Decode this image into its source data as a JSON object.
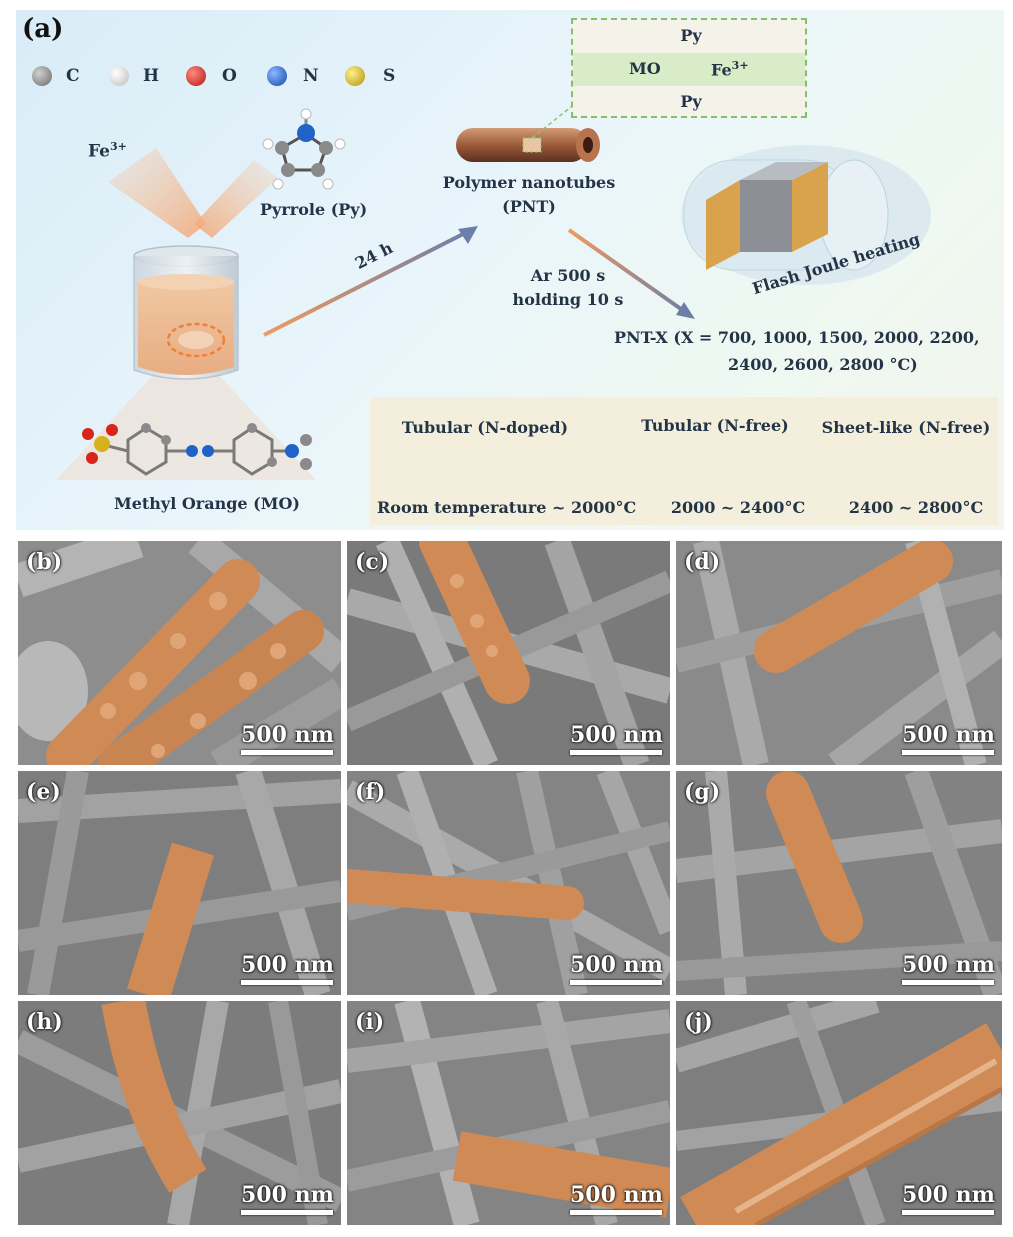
{
  "panel_a": {
    "label": "(a)",
    "atoms": [
      {
        "symbol": "C",
        "color": "#8a8a8a"
      },
      {
        "symbol": "H",
        "color": "#f2f2f2"
      },
      {
        "symbol": "O",
        "color": "#d9241c"
      },
      {
        "symbol": "N",
        "color": "#1f63c9"
      },
      {
        "symbol": "S",
        "color": "#d6b11b"
      }
    ],
    "reagents": {
      "fe": "Fe",
      "fe_charge": "3+",
      "pyrrole": "Pyrrole (Py)",
      "methyl_orange": "Methyl Orange (MO)"
    },
    "layers": {
      "top": "Py",
      "middle_left": "MO",
      "middle_right": "Fe",
      "middle_right_charge": "3+",
      "bottom": "Py"
    },
    "time_label": "24 h",
    "product": {
      "line1": "Polymer nanotubes",
      "line2": "(PNT)"
    },
    "heating": {
      "label": "Flash Joule heating",
      "cond1": "Ar 500 s",
      "cond2": "holding 10 s"
    },
    "result": {
      "line1": "PNT-X (X = 700, 1000, 1500, 2000, 2200,",
      "line2": "2400, 2600, 2800 °C)"
    },
    "stages": [
      {
        "title": "Tubular (N-doped)",
        "range": "Room temperature ~ 2000°C"
      },
      {
        "title": "Tubular (N-free)",
        "range": "2000 ~ 2400°C"
      },
      {
        "title": "Sheet-like (N-free)",
        "range": "2400 ~ 2800°C"
      }
    ]
  },
  "sem_panels": [
    {
      "label": "(b)",
      "scale": "500 nm"
    },
    {
      "label": "(c)",
      "scale": "500 nm"
    },
    {
      "label": "(d)",
      "scale": "500 nm"
    },
    {
      "label": "(e)",
      "scale": "500 nm"
    },
    {
      "label": "(f)",
      "scale": "500 nm"
    },
    {
      "label": "(g)",
      "scale": "500 nm"
    },
    {
      "label": "(h)",
      "scale": "500 nm"
    },
    {
      "label": "(i)",
      "scale": "500 nm"
    },
    {
      "label": "(j)",
      "scale": "500 nm"
    }
  ],
  "colors": {
    "highlight": "#cf8a55",
    "sem_gray": "#8f8f8f",
    "arrow_orange": "#e8905a",
    "arrow_blue": "#6a7ea6"
  }
}
